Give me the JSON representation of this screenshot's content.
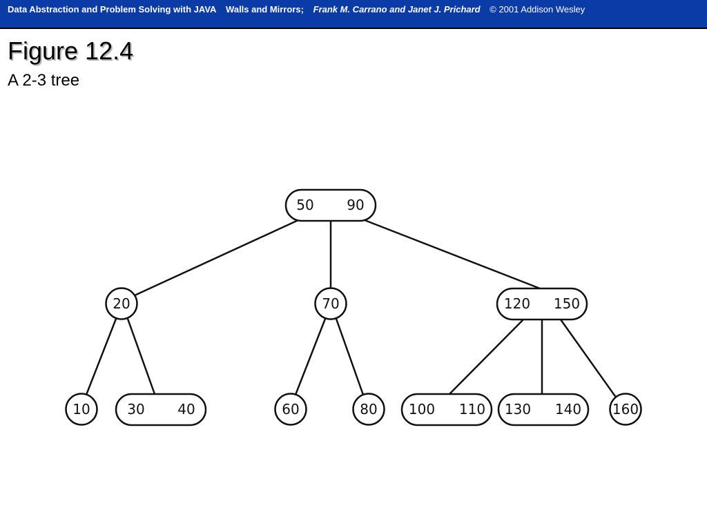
{
  "header": {
    "book_title": "Data Abstraction and Problem Solving with JAVA",
    "subtitle": "Walls and Mirrors;",
    "authors": "Frank M. Carrano and Janet J. Prichard",
    "copyright": "© 2001 Addison Wesley"
  },
  "figure": {
    "title": "Figure 12.4",
    "caption": "A 2-3 tree"
  },
  "tree": {
    "root": {
      "keys": [
        "50",
        "90"
      ]
    },
    "level1": [
      {
        "keys": [
          "20"
        ]
      },
      {
        "keys": [
          "70"
        ]
      },
      {
        "keys": [
          "120",
          "150"
        ]
      }
    ],
    "level2": [
      {
        "keys": [
          "10"
        ]
      },
      {
        "keys": [
          "30",
          "40"
        ]
      },
      {
        "keys": [
          "60"
        ]
      },
      {
        "keys": [
          "80"
        ]
      },
      {
        "keys": [
          "100",
          "110"
        ]
      },
      {
        "keys": [
          "130",
          "140"
        ]
      },
      {
        "keys": [
          "160"
        ]
      }
    ]
  },
  "colors": {
    "header_bg": "#0a3ba6",
    "header_text": "#ffffff",
    "stroke": "#111111"
  }
}
